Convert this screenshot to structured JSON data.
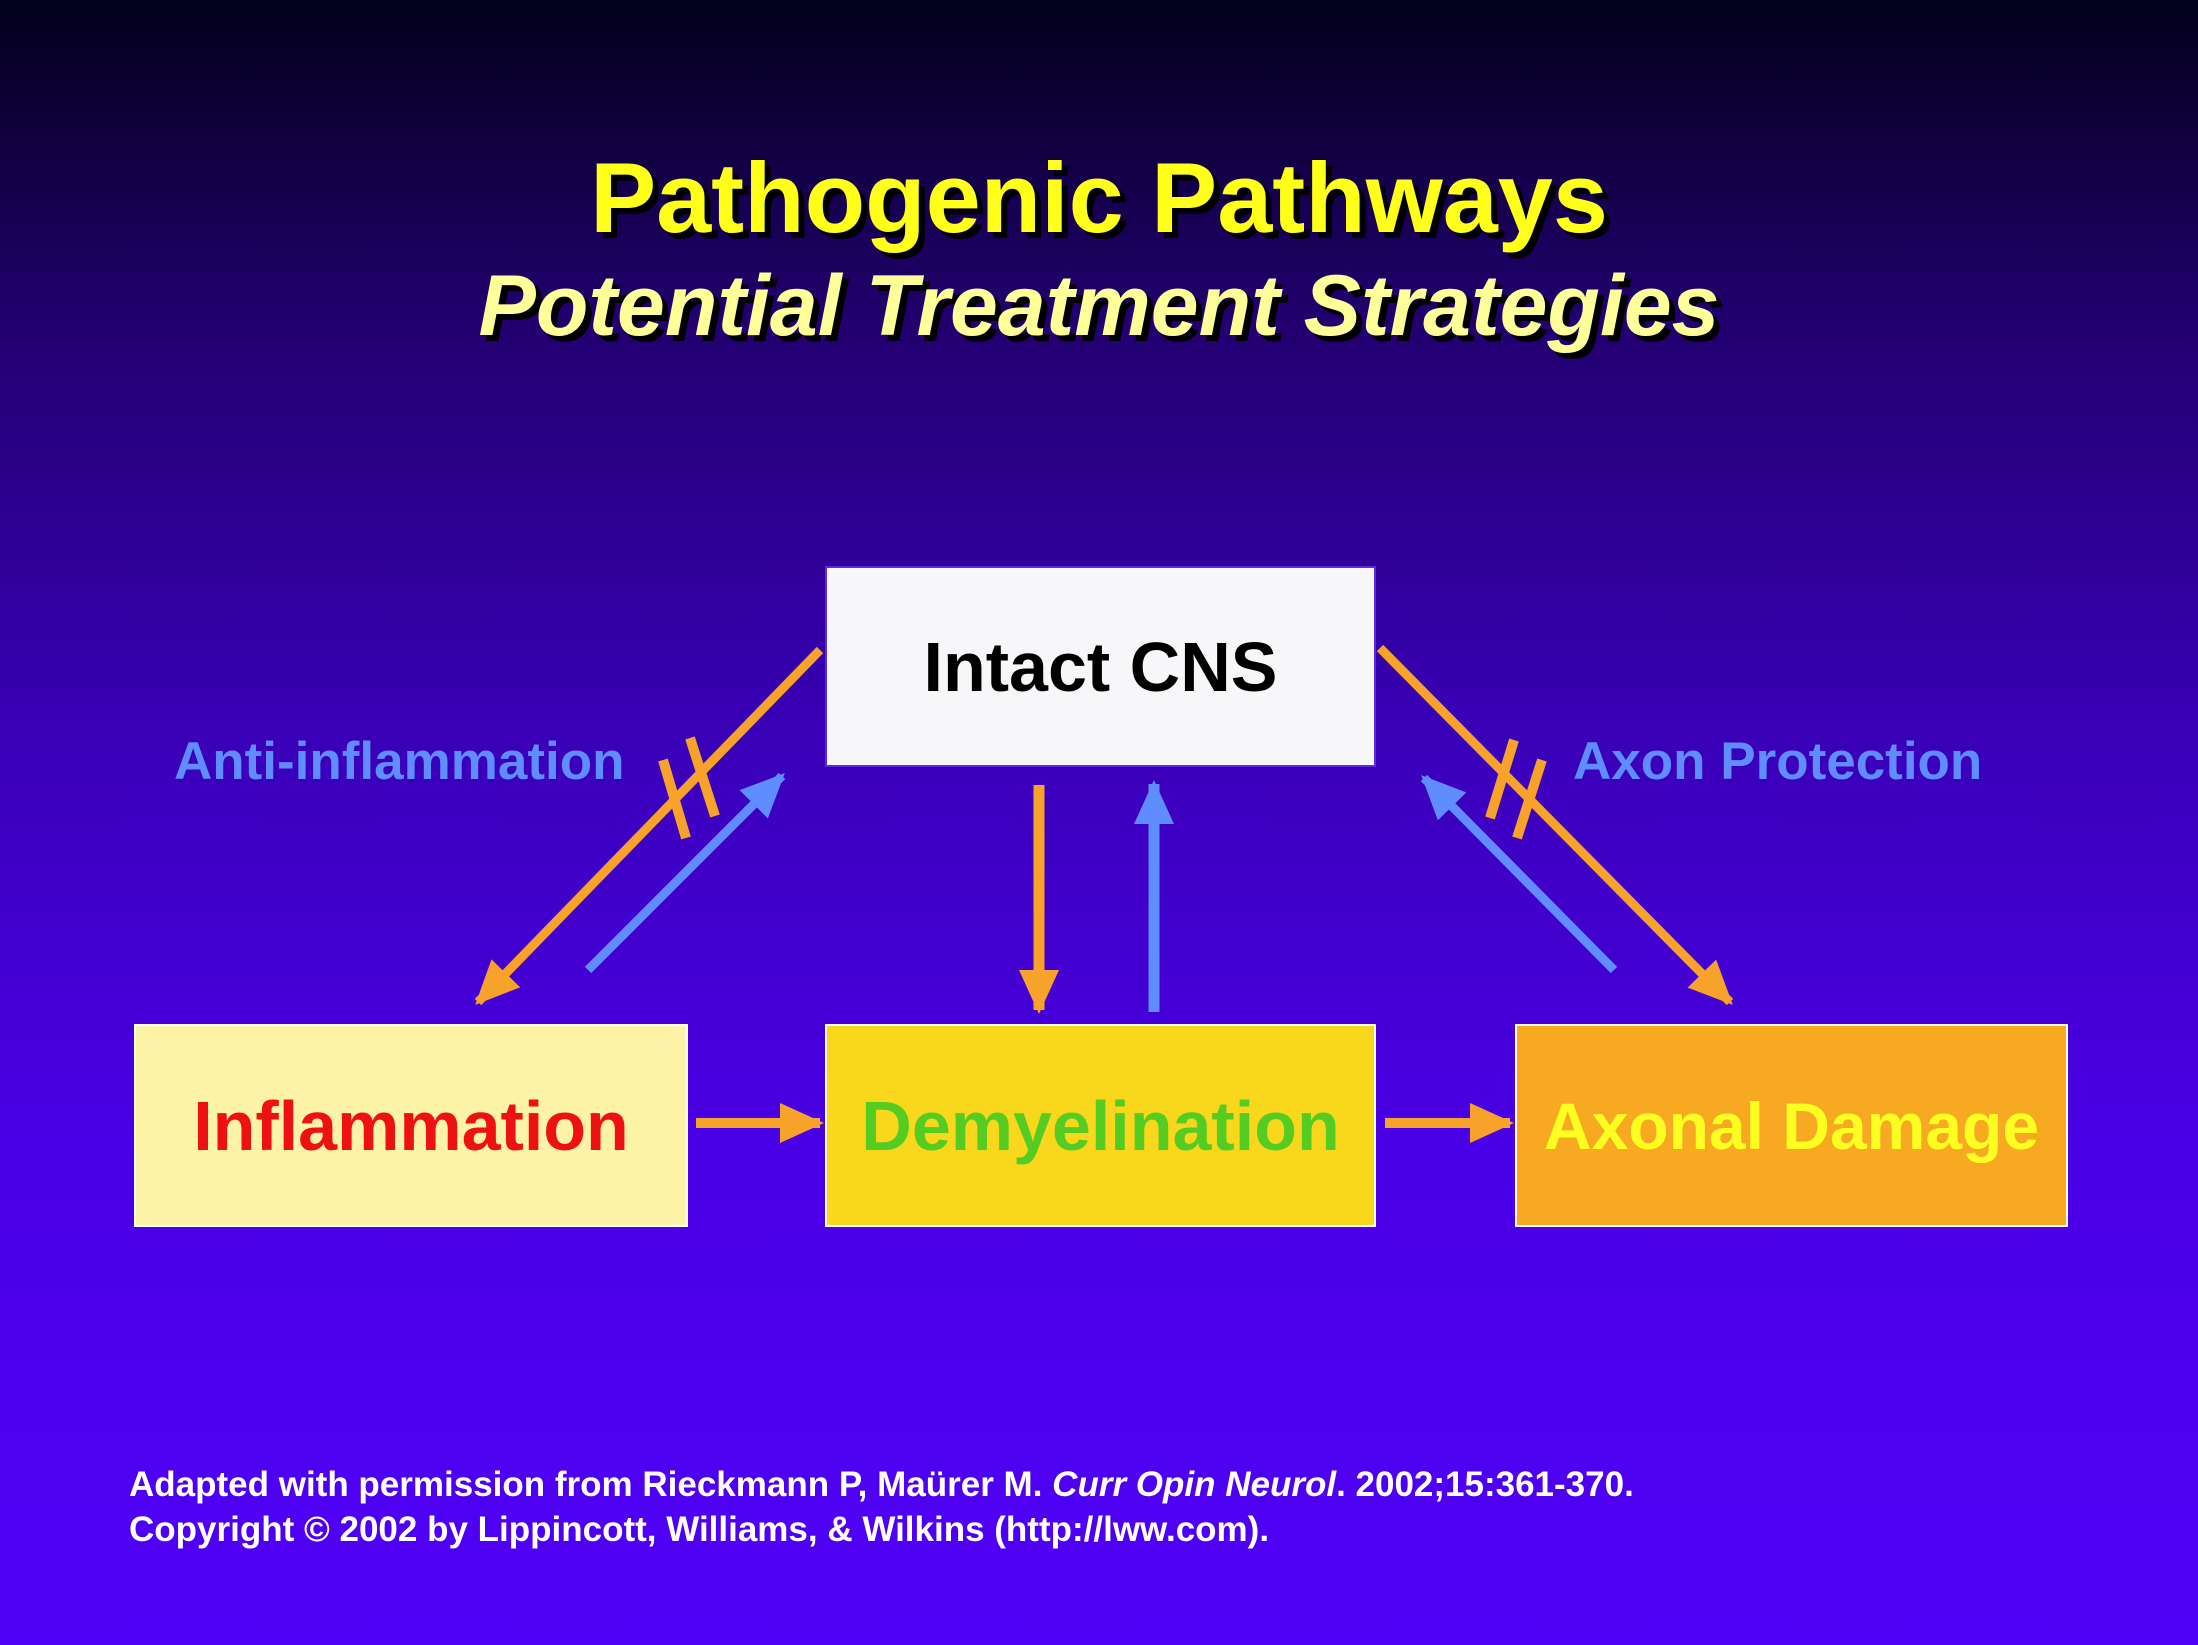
{
  "slide": {
    "title": "Pathogenic Pathways",
    "subtitle": "Potential Treatment Strategies"
  },
  "nodes": {
    "intact_cns": "Intact CNS",
    "inflammation": "Inflammation",
    "demyelination": "Demyelination",
    "axonal_damage": "Axonal Damage"
  },
  "strategies": {
    "left": "Anti-inflammation",
    "right": "Axon Protection"
  },
  "citation": {
    "line1_pre": "Adapted with permission from Rieckmann P, Maürer M. ",
    "line1_journal": "Curr Opin Neurol",
    "line1_post": ". 2002;15:361-370.",
    "line2": "Copyright © 2002 by Lippincott, Williams, & Wilkins (http://lww.com)."
  },
  "colors": {
    "title": "#ffff1a",
    "subtitle": "#ffff99",
    "pathogenic_arrow": "#f7a32b",
    "protective_arrow": "#5f8cff",
    "inflammation_box": "#fdf3a6",
    "demyelination_box": "#f9d71c",
    "axonal_box": "#f6a921"
  }
}
